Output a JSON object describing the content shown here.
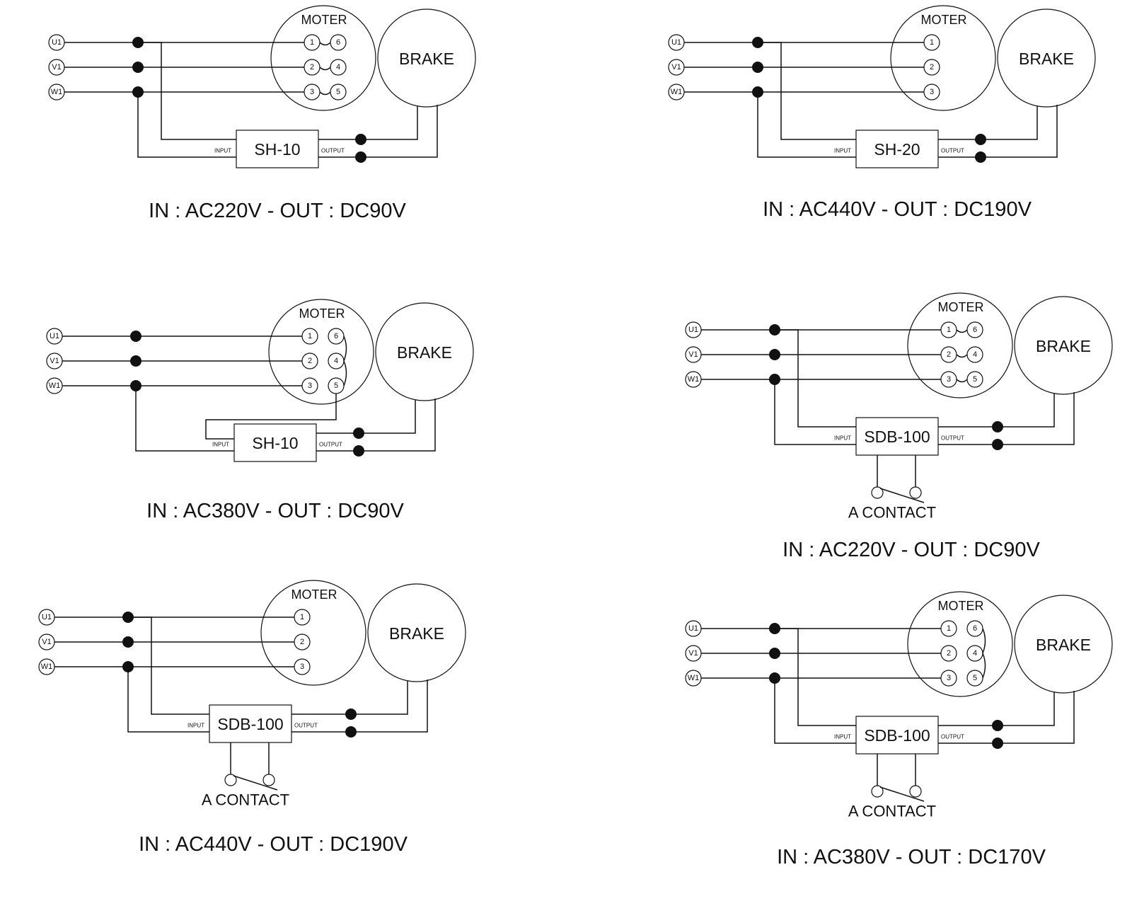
{
  "diagrams": [
    {
      "motor_label": "MOTER",
      "brake_label": "BRAKE",
      "phases": [
        "U1",
        "V1",
        "W1"
      ],
      "terminals": [
        "1",
        "2",
        "3"
      ],
      "extra_terminals": [
        "6",
        "4",
        "5"
      ],
      "device": "SH-10",
      "input_label": "INPUT",
      "output_label": "OUTPUT",
      "contact_label": "",
      "caption": "IN : AC220V - OUT : DC90V"
    },
    {
      "motor_label": "MOTER",
      "brake_label": "BRAKE",
      "phases": [
        "U1",
        "V1",
        "W1"
      ],
      "terminals": [
        "1",
        "2",
        "3"
      ],
      "extra_terminals": [],
      "device": "SH-20",
      "input_label": "INPUT",
      "output_label": "OUTPUT",
      "contact_label": "",
      "caption": "IN : AC440V - OUT : DC190V"
    },
    {
      "motor_label": "MOTER",
      "brake_label": "BRAKE",
      "phases": [
        "U1",
        "V1",
        "W1"
      ],
      "terminals": [
        "1",
        "2",
        "3"
      ],
      "extra_terminals": [
        "6",
        "4",
        "5"
      ],
      "device": "SH-10",
      "input_label": "INPUT",
      "output_label": "OUTPUT",
      "contact_label": "",
      "caption": "IN : AC380V - OUT : DC90V"
    },
    {
      "motor_label": "MOTER",
      "brake_label": "BRAKE",
      "phases": [
        "U1",
        "V1",
        "W1"
      ],
      "terminals": [
        "1",
        "2",
        "3"
      ],
      "extra_terminals": [
        "6",
        "4",
        "5"
      ],
      "device": "SDB-100",
      "input_label": "INPUT",
      "output_label": "OUTPUT",
      "contact_label": "A CONTACT",
      "caption": "IN : AC220V - OUT : DC90V"
    },
    {
      "motor_label": "MOTER",
      "brake_label": "BRAKE",
      "phases": [
        "U1",
        "V1",
        "W1"
      ],
      "terminals": [
        "1",
        "2",
        "3"
      ],
      "extra_terminals": [],
      "device": "SDB-100",
      "input_label": "INPUT",
      "output_label": "OUTPUT",
      "contact_label": "A CONTACT",
      "caption": "IN : AC440V - OUT : DC190V"
    },
    {
      "motor_label": "MOTER",
      "brake_label": "BRAKE",
      "phases": [
        "U1",
        "V1",
        "W1"
      ],
      "terminals": [
        "1",
        "2",
        "3"
      ],
      "extra_terminals": [
        "6",
        "4",
        "5"
      ],
      "device": "SDB-100",
      "input_label": "INPUT",
      "output_label": "OUTPUT",
      "contact_label": "A CONTACT",
      "caption": "IN : AC380V - OUT : DC170V"
    }
  ]
}
